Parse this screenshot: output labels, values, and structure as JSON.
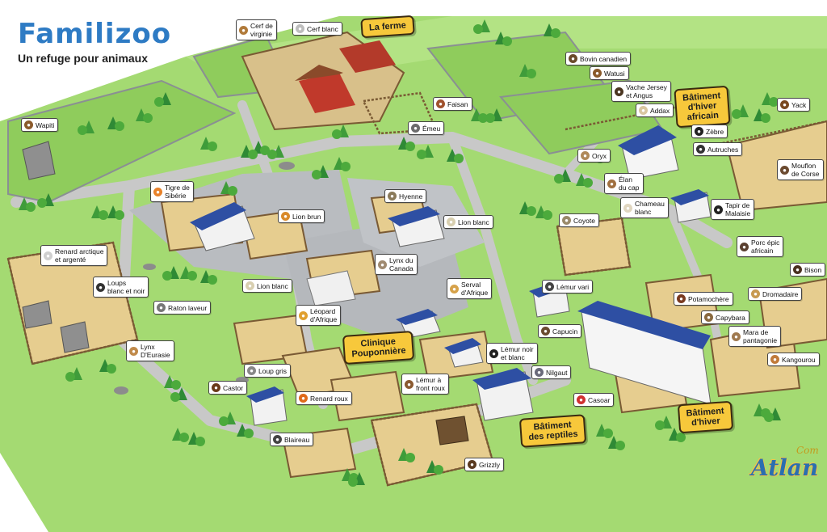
{
  "colors": {
    "grass": "#9bd66a",
    "grass_dark": "#86c455",
    "path": "#c9c9c9",
    "sand": "#e8cf92",
    "fence": "#7a5a34",
    "roof": "#2e4fa3",
    "tree": "#2e8b2e",
    "label_yellow": "#f7c83b"
  },
  "logo": {
    "title": "Familizoo",
    "subtitle": "Un refuge pour animaux"
  },
  "big_labels": {
    "ferme": "La ferme",
    "africain": "Bâtiment\nd'hiver\nafricain",
    "clinique": "Clinique\nPouponnière",
    "reptiles": "Bâtiment\ndes reptiles",
    "hiver": "Bâtiment\nd'hiver"
  },
  "labels": {
    "cerf_virginie": "Cerf de\nvirginie",
    "cerf_blanc": "Cerf blanc",
    "bovin": "Bovin canadien",
    "watusi": "Watusi",
    "vache": "Vache Jersey\net Angus",
    "addax": "Addax",
    "faisan": "Faisan",
    "yack": "Yack",
    "wapiti": "Wapiti",
    "emeu": "Émeu",
    "zebre": "Zèbre",
    "autruches": "Autruches",
    "oryx": "Oryx",
    "mouflon": "Mouflon\nde Corse",
    "elan": "Élan\ndu cap",
    "tigre": "Tigre de\nSibérie",
    "hyenne": "Hyenne",
    "chameau": "Chameau\nblanc",
    "tapir": "Tapir de\nMalaisie",
    "lion_brun": "Lion brun",
    "lion_blanc_1": "Lion blanc",
    "coyote": "Coyote",
    "porc_epic": "Porc épic\nafricain",
    "renard_arctique": "Renard arctique\net argenté",
    "lynx_canada": "Lynx du\nCanada",
    "bison": "Bison",
    "loups": "Loups\nblanc et noir",
    "lion_blanc_2": "Lion blanc",
    "serval": "Serval\nd'Afrique",
    "lemur_vari": "Lémur vari",
    "potamochere": "Potamochère",
    "dromadaire": "Dromadaire",
    "raton": "Raton laveur",
    "leopard": "Léopard\nd'Afrique",
    "capybara": "Capybara",
    "capucin": "Capucin",
    "mara": "Mara de\npantagonie",
    "lynx_eurasie": "Lynx\nD'Eurasie",
    "lemur_noir": "Lémur noir\net blanc",
    "kangourou": "Kangourou",
    "loup_gris": "Loup gris",
    "nilgaut": "Nilgaut",
    "lemur_front": "Lémur à\nfront roux",
    "castor": "Castor",
    "casoar": "Casoar",
    "renard_roux": "Renard roux",
    "blaireau": "Blaireau",
    "grizzly": "Grizzly"
  },
  "brand": {
    "top": "Com",
    "main": "Atlan"
  }
}
